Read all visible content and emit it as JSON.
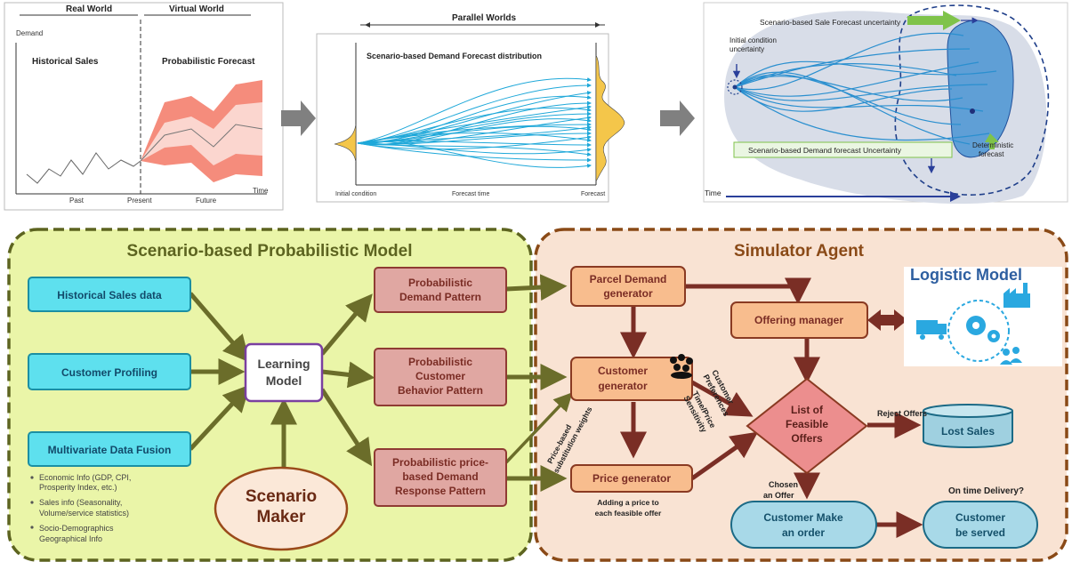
{
  "top": {
    "panel1": {
      "real_world": "Real World",
      "virtual_world": "Virtual World",
      "demand": "Demand",
      "historical_sales": "Historical Sales",
      "probabilistic_forecast": "Probabilistic Forecast",
      "past": "Past",
      "present": "Present",
      "future": "Future",
      "time": "Time"
    },
    "panel2": {
      "parallel_worlds": "Parallel Worlds",
      "title": "Scenario-based Demand Forecast distribution",
      "initial_condition": "Initial condition",
      "forecast_time": "Forecast time",
      "forecast": "Forecast"
    },
    "panel3": {
      "sale_uncertainty": "Scenario-based Sale Forecast uncertainty",
      "initial_line1": "Initial condition",
      "initial_line2": "uncertainty",
      "demand_uncertainty": "Scenario-based Demand forecast Uncertainty",
      "deterministic_line1": "Deterministic",
      "deterministic_line2": "forecast",
      "time": "Time"
    }
  },
  "model": {
    "title": "Scenario-based Probabilistic Model",
    "historical": "Historical Sales data",
    "profiling": "Customer Profiling",
    "fusion": "Multivariate Data Fusion",
    "bullets": [
      [
        "Economic Info (GDP, CPI,",
        "Prosperity Index, etc.)"
      ],
      [
        "Sales info (Seasonality,",
        "Volume/service statistics)"
      ],
      [
        "Socio-Demographics",
        "Geographical Info"
      ]
    ],
    "learning": [
      "Learning",
      "Model"
    ],
    "scenario": [
      "Scenario",
      "Maker"
    ],
    "pattern1": [
      "Probabilistic",
      "Demand Pattern"
    ],
    "pattern2": [
      "Probabilistic",
      "Customer",
      "Behavior Pattern"
    ],
    "pattern3": [
      "Probabilistic price-",
      "based Demand",
      "Response Pattern"
    ]
  },
  "agent": {
    "title": "Simulator Agent",
    "logistic": "Logistic Model",
    "parcel": [
      "Parcel Demand",
      "generator"
    ],
    "offering": "Offering manager",
    "customer_gen": [
      "Customer",
      "generator"
    ],
    "price_gen": "Price generator",
    "price_note": [
      "Adding a price to",
      "each feasible offer"
    ],
    "feasible": [
      "List of",
      "Feasible",
      "Offers"
    ],
    "lost": "Lost Sales",
    "reject": "Reject Offers",
    "chosen": [
      "Chosen",
      "an Offer"
    ],
    "make_order": [
      "Customer Make",
      "an order"
    ],
    "served": [
      "Customer",
      "be served"
    ],
    "on_time": "On time Delivery?",
    "preferences": [
      "Customer",
      "Preferences"
    ],
    "sensitivity": [
      "Time/Price",
      "Sensitivity"
    ],
    "substitution": [
      "Price-based",
      "substitution weights"
    ]
  }
}
